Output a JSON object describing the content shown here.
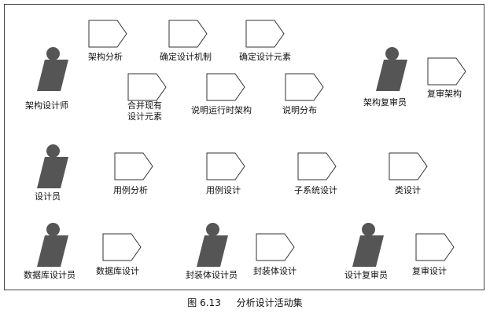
{
  "actors": {
    "architect": "架构设计师",
    "architecture_reviewer": "架构复审员",
    "designer": "设计员",
    "database_designer": "数据库设计员",
    "capsule_designer": "封装体设计员",
    "design_reviewer": "设计复审员"
  },
  "activities": {
    "architectural_analysis": "架构分析",
    "identify_design_mechanisms": "确定设计机制",
    "identify_design_elements": "确定设计元素",
    "incorporate_existing_line1": "合并现有",
    "incorporate_existing_line2": "设计元素",
    "describe_runtime_architecture": "说明运行时架构",
    "describe_distribution": "说明分布",
    "review_architecture": "复审架构",
    "use_case_analysis": "用例分析",
    "use_case_design": "用例设计",
    "subsystem_design": "子系统设计",
    "class_design": "类设计",
    "database_design": "数据库设计",
    "capsule_design": "封装体设计",
    "review_design": "复审设计"
  },
  "caption": {
    "number": "图 6.13",
    "title": "分析设计活动集"
  },
  "colors": {
    "actor_fill": "#555555",
    "activity_stroke": "#333333"
  }
}
